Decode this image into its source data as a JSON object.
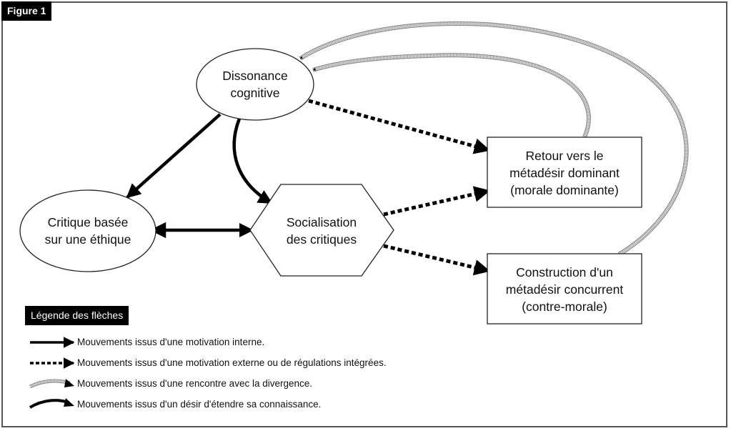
{
  "figure_label": "Figure 1",
  "nodes": {
    "dissonance": {
      "line1": "Dissonance",
      "line2": "cognitive",
      "shape": "ellipse"
    },
    "critique": {
      "line1": "Critique basée",
      "line2": "sur une éthique",
      "shape": "ellipse"
    },
    "socialisation": {
      "line1": "Socialisation",
      "line2": "des critiques",
      "shape": "hexagon"
    },
    "retour": {
      "line1": "Retour vers le",
      "line2": "métadésir dominant",
      "line3": "(morale dominante)",
      "shape": "rectangle"
    },
    "construction": {
      "line1": "Construction d'un",
      "line2": "métadésir concurrent",
      "line3": "(contre-morale)",
      "shape": "rectangle"
    }
  },
  "edges": [
    {
      "from": "dissonance",
      "to": "critique",
      "style": "solid"
    },
    {
      "from": "dissonance",
      "to": "socialisation",
      "style": "curved"
    },
    {
      "from": "critique",
      "to": "socialisation",
      "style": "solid-bidirectional"
    },
    {
      "from": "dissonance",
      "to": "retour",
      "style": "dashed"
    },
    {
      "from": "socialisation",
      "to": "retour",
      "style": "dashed"
    },
    {
      "from": "socialisation",
      "to": "construction",
      "style": "dashed"
    },
    {
      "from": "retour",
      "to": "dissonance",
      "style": "hatched"
    },
    {
      "from": "construction",
      "to": "dissonance",
      "style": "hatched"
    }
  ],
  "legend": {
    "title": "Légende des flèches",
    "items": [
      {
        "style": "solid",
        "label": "Mouvements issus d'une motivation interne."
      },
      {
        "style": "dashed",
        "label": "Mouvements issus d'une motivation externe ou de régulations intégrées."
      },
      {
        "style": "hatched",
        "label": "Mouvements issus d'une rencontre avec la divergence."
      },
      {
        "style": "curved",
        "label": "Mouvements issus d'un désir d'étendre sa connaissance."
      }
    ]
  }
}
